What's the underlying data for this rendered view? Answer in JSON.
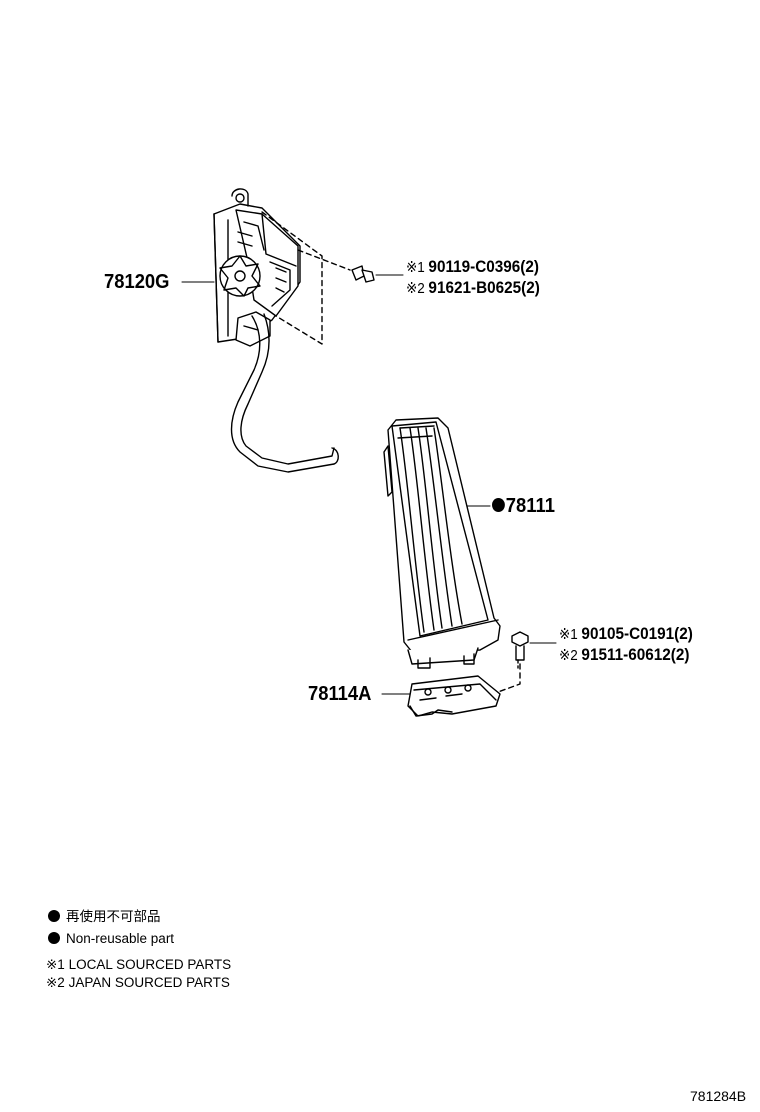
{
  "parts": {
    "sensor": "78120G",
    "pad": "78111",
    "bracket": "78114A"
  },
  "fasteners": {
    "upper": {
      "line1_mark": "※1",
      "line1_pn": "90119-C0396(2)",
      "line2_mark": "※2",
      "line2_pn": "91621-B0625(2)"
    },
    "lower": {
      "line1_mark": "※1",
      "line1_pn": "90105-C0191(2)",
      "line2_mark": "※2",
      "line2_pn": "91511-60612(2)"
    }
  },
  "legend": {
    "non_reusable_jp": "再使用不可部品",
    "non_reusable_en": "Non-reusable part",
    "note1": "※1 LOCAL SOURCED PARTS",
    "note2": "※2 JAPAN SOURCED PARTS"
  },
  "diagram_code": "781284B"
}
